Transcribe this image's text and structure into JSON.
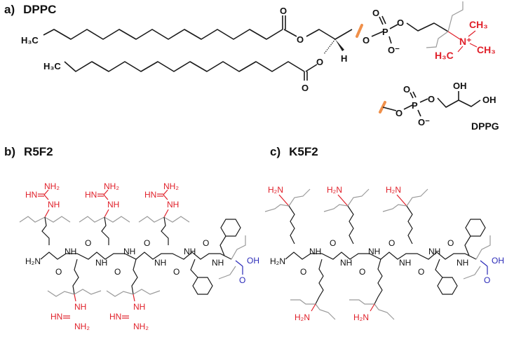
{
  "figure": {
    "panels": [
      {
        "letter": "a)",
        "title": "DPPC"
      },
      {
        "letter": "b)",
        "title": "R5F2"
      },
      {
        "letter": "c)",
        "title": "K5F2"
      }
    ],
    "dppc": {
      "tail_label": "H₃C",
      "carbonyl_o": "O",
      "ester_o": "O",
      "h_label": "H",
      "phosphorus": "P",
      "phosphate_o": "O",
      "phosphate_o_minus": "O⁻",
      "choline": {
        "n_plus": "N⁺",
        "ch3_top": "CH₃",
        "ch3_right": "CH₃",
        "ch3_left": "H₃C"
      }
    },
    "dppg": {
      "name": "DPPG",
      "phosphorus": "P",
      "o": "O",
      "o_minus": "O⁻",
      "oh": "OH"
    },
    "r5f2": {
      "guanidino": {
        "nh2": "NH₂",
        "hn": "HN",
        "nh": "NH"
      },
      "backbone": {
        "h2n": "H₂N",
        "nh": "NH",
        "o": "O",
        "oh": "OH"
      }
    },
    "k5f2": {
      "amine": "H₂N",
      "backbone": {
        "h2n": "H₂N",
        "nh": "NH",
        "o": "O",
        "oh": "OH"
      }
    },
    "colors": {
      "headgroup_red": "#e0202a",
      "cterm_blue": "#2a2ab8",
      "cut_orange": "#f0904a",
      "coarse_gray": "#9a9a9a"
    }
  }
}
